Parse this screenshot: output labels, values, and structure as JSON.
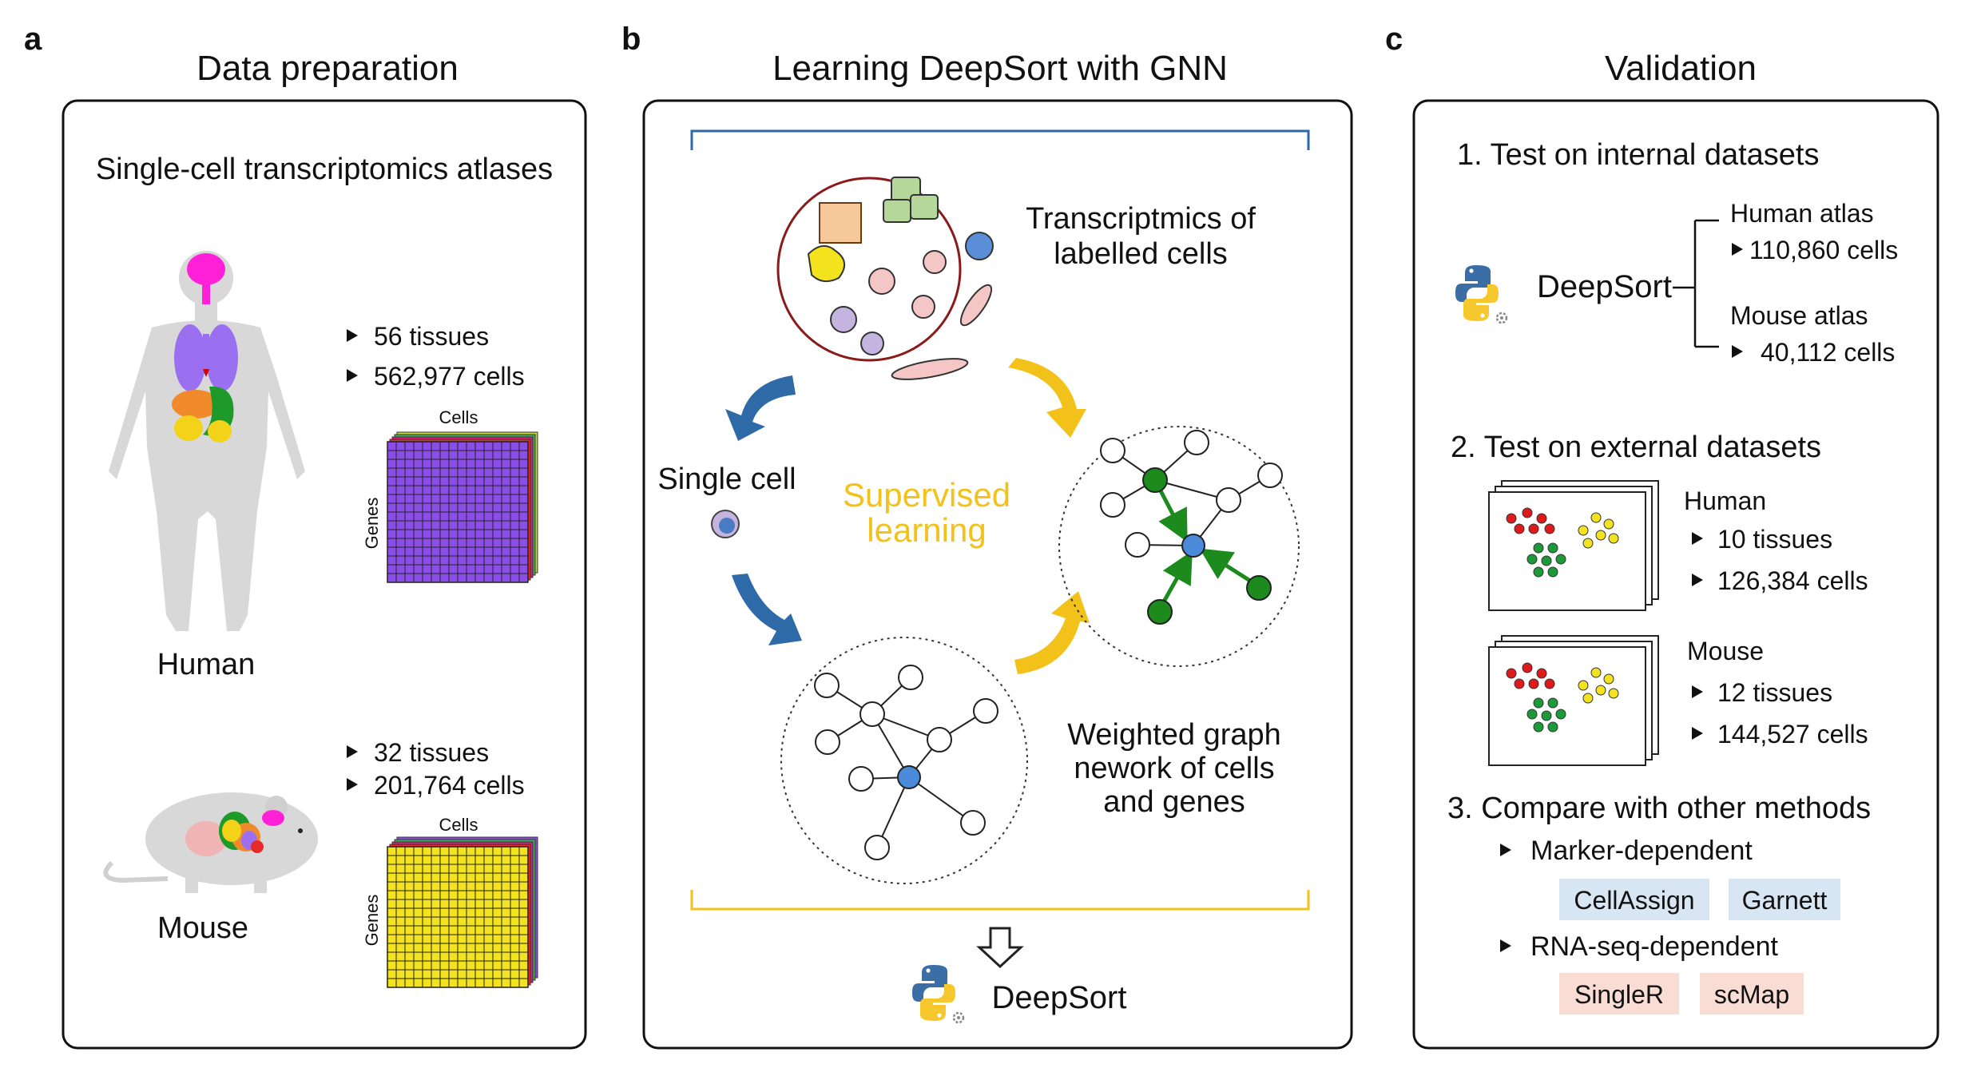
{
  "panel_a": {
    "letter": "a",
    "title": "Data preparation",
    "subtitle": "Single-cell transcriptomics atlases",
    "human": {
      "label": "Human",
      "stats": [
        "56 tissues",
        "562,977 cells"
      ],
      "matrix_cells_label": "Cells",
      "matrix_genes_label": "Genes"
    },
    "mouse": {
      "label": "Mouse",
      "stats": [
        "32 tissues",
        "201,764 cells"
      ],
      "matrix_cells_label": "Cells",
      "matrix_genes_label": "Genes"
    }
  },
  "panel_b": {
    "letter": "b",
    "title": "Learning DeepSort with GNN",
    "labelled_cells": [
      "Transcriptmics of",
      "labelled cells"
    ],
    "single_cell": "Single cell",
    "supervised": [
      "Supervised",
      "learning"
    ],
    "weighted_graph": [
      "Weighted graph",
      "nework of cells",
      "and genes"
    ],
    "output": "DeepSort"
  },
  "panel_c": {
    "letter": "c",
    "title": "Validation",
    "section1": {
      "title": "1. Test on internal datasets",
      "model": "DeepSort",
      "human_label": "Human atlas",
      "human_cells": "110,860 cells",
      "mouse_label": "Mouse atlas",
      "mouse_cells": "40,112 cells"
    },
    "section2": {
      "title": "2. Test on external datasets",
      "human_label": "Human",
      "human_stats": [
        "10 tissues",
        "126,384 cells"
      ],
      "mouse_label": "Mouse",
      "mouse_stats": [
        "12 tissues",
        "144,527 cells"
      ]
    },
    "section3": {
      "title": "3. Compare with other methods",
      "marker_label": "Marker-dependent",
      "marker_methods": [
        "CellAssign",
        "Garnett"
      ],
      "rna_label": "RNA-seq-dependent",
      "rna_methods": [
        "SingleR",
        "scMap"
      ]
    }
  },
  "colors": {
    "python_blue": "#3a6ea5",
    "python_yellow": "#f7c82e",
    "arrow_blue": "#2f6aa8",
    "arrow_yellow": "#f2c21b",
    "graph_green": "#1c8a1c",
    "marker_box": "#d8e6f3",
    "rna_box": "#f9ddd5",
    "human_matrix": "#8a4de8",
    "mouse_matrix": "#f3e31f"
  }
}
